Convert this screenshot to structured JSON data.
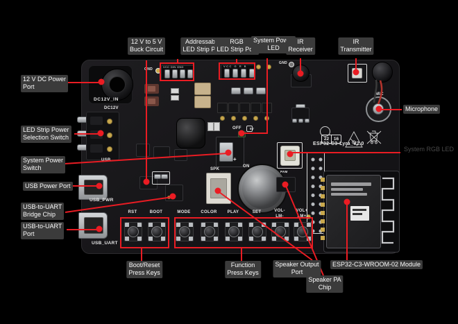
{
  "colors": {
    "leader_red": "#ea1c23",
    "label_bg": "#3b3b3b",
    "board": "#161518",
    "silkscreen": "#e9e9e9"
  },
  "annotations": {
    "buck": {
      "lines": [
        "12 V to 5 V",
        "Buck Circuit"
      ]
    },
    "addressable": {
      "lines": [
        "Addressable",
        "LED Strip Port"
      ]
    },
    "rgb": {
      "lines": [
        "RGB",
        "LED Strip Port"
      ]
    },
    "system_power_led": {
      "lines": [
        "System Power",
        "LED"
      ]
    },
    "ir_receiver": {
      "lines": [
        "IR",
        "Receiver"
      ]
    },
    "ir_transmitter": {
      "lines": [
        "IR",
        "Transmitter"
      ]
    },
    "microphone": {
      "lines": [
        "Microphone"
      ]
    },
    "system_rgb_led": {
      "lines": [
        "System RGB LED"
      ]
    },
    "dc_power": {
      "lines": [
        "12 V DC Power",
        "Port"
      ]
    },
    "led_strip_power": {
      "lines": [
        "LED Strip Power",
        "Selection Switch"
      ]
    },
    "system_power_switch": {
      "lines": [
        "System Power",
        "Switch"
      ]
    },
    "usb_power": {
      "lines": [
        "USB Power Port"
      ]
    },
    "usb_uart_chip": {
      "lines": [
        "USB-to-UART",
        "Bridge Chip"
      ]
    },
    "usb_uart_port": {
      "lines": [
        "USB-to-UART",
        "Port"
      ]
    },
    "boot_reset_keys": {
      "lines": [
        "Boot/Reset",
        "Press Keys"
      ]
    },
    "function_keys": {
      "lines": [
        "Function",
        "Press Keys"
      ]
    },
    "speaker_output": {
      "lines": [
        "Speaker Output",
        "Port"
      ]
    },
    "speaker_pa": {
      "lines": [
        "Speaker PA",
        "Chip"
      ]
    },
    "module": {
      "lines": [
        "ESP32-C3-WROOM-02 Module"
      ]
    }
  },
  "board": {
    "name_silk": "ESP32-C3-Lyra_V2.0",
    "date_code": [
      "22",
      "16"
    ],
    "buttons": [
      "RST",
      "BOOT",
      "MODE",
      "COLOR",
      "PLAY",
      "SET",
      "VOL-",
      "VOL+"
    ],
    "vol_sub": [
      "LM-",
      "LM+"
    ],
    "silk": {
      "dc12v_in": "DC12V_IN",
      "dc12v": "DC12V",
      "usb": "USB",
      "usb_pwr": "USB_PWR",
      "usb_uart": "USB_UART",
      "off": "OFF",
      "on": "ON",
      "mic": "MIC",
      "spk": "SPK",
      "gnd": "GND",
      "five_v": "5V",
      "pam": "PAM",
      "plus": "+",
      "addressable_pins": "VCC DIN GND",
      "rgb_pins": "VCC G R B"
    }
  }
}
